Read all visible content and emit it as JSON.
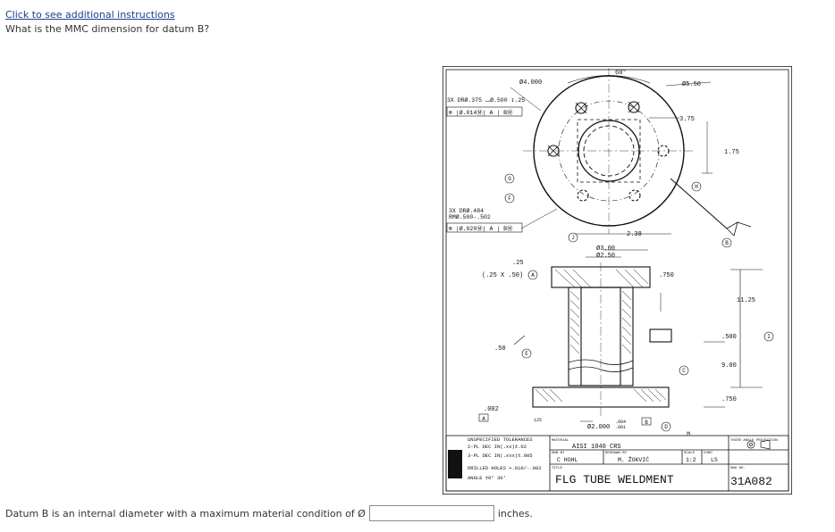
{
  "instructions_link": "Click to see additional instructions",
  "question": "What is the MMC dimension for datum B?",
  "answer": {
    "prefix": "Datum B is an internal diameter with a maximum material condition of Ø",
    "value": "",
    "suffix": "inches."
  },
  "drawing": {
    "dims": {
      "bolt_circle": "Ø4.000",
      "angle": "60°",
      "hole_dia": "Ø5.50",
      "square": "3.75",
      "height_175": "1.75",
      "offset_238": "2.38",
      "dia_300": "Ø3.00",
      "dia_250": "Ø2.50",
      "dim_750a": ".750",
      "dim_1125": "11.25",
      "dim_500": ".500",
      "dim_900": "9.00",
      "dim_750b": ".750",
      "chamfer_25": ".25",
      "chamfer_spec": "(.25 X .50)",
      "weld_50": ".50",
      "flatness": ".002",
      "bore_dia": "Ø2.000",
      "bore_tol_plus": ".004",
      "bore_tol_minus": ".001",
      "surface_125": "125"
    },
    "callouts": {
      "holes_a": "3X  DRØ.375 ⌴Ø.500 ↧.25",
      "fcf_a": "⊕ |Ø.014Ⓜ| A | BⓂ",
      "holes_b_line1": "3X DRØ.484",
      "holes_b_line2": "RMØ.500-.502",
      "fcf_b": "⊕ |Ø.020Ⓜ| A | BⓂ"
    },
    "labels": {
      "C": "C",
      "F": "F",
      "G": "G",
      "H": "H",
      "J": "J",
      "B": "B",
      "A": "A",
      "E": "E",
      "D": "D",
      "I": "I",
      "M": "M"
    },
    "title_block": {
      "tolerances": "UNSPECIFIED TOLERANCES",
      "tol_2pl": "2-PL DEC IN(.xx)±.02",
      "tol_3pl": "3-PL DEC IN(.xxx)±.005",
      "drilled_holes": "DRILLED HOLES +.010/-.002",
      "angle": "ANGLE ±0° 30'",
      "material_label": "MATERIAL",
      "material": "AISI 1040 CRS",
      "drawn_by_label": "DWN BY",
      "drawn_by": "C HOHL",
      "redrawn_label": "REDRAWN BY",
      "redrawn_by": "M. ŽOKVIĆ",
      "scale_label": "SCALE",
      "scale": "1:2",
      "chkd_label": "CHKD",
      "chkd": "LS",
      "projection": "THIRD ANGLE PROJECTION",
      "title_label": "TITLE",
      "title": "FLG  TUBE  WELDMENT",
      "dwg_label": "DWG NO.",
      "dwg_no": "31A082"
    }
  }
}
